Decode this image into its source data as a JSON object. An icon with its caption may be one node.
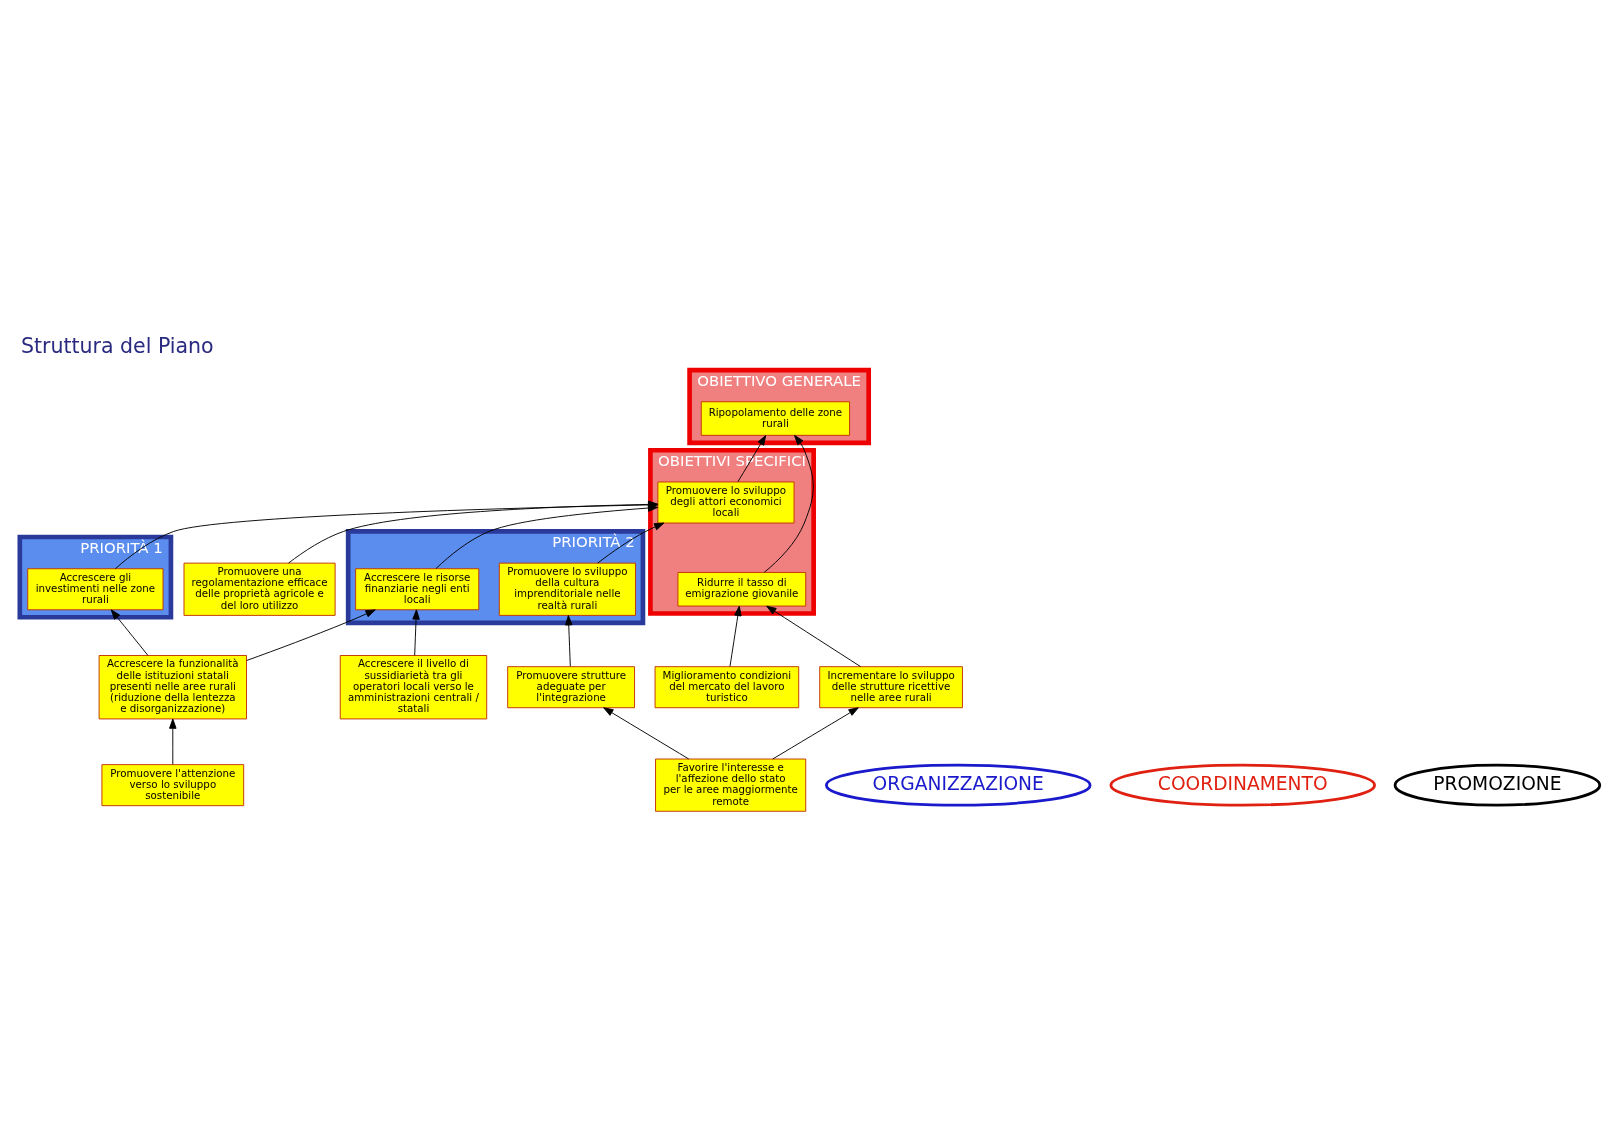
{
  "diagram": {
    "title": "Struttura del Piano",
    "nodes": [
      {
        "text": [
          "OBIETTIVO GENERALE"
        ]
      },
      {
        "text": [
          "Ripopolamento delle zone rurali"
        ],
        "in": 0
      },
      {
        "text": [
          "OBIETTIVI SPECIFICI"
        ]
      },
      {
        "text": [
          "Ridurre il tasso di emigrazione giovanile"
        ],
        "in": 2
      },
      {
        "text": [
          "Promuovere lo sviluppo degli attori economici locali"
        ],
        "in": 2
      },
      {
        "text": [
          "PRIORITÀ 1"
        ]
      },
      {
        "text": [
          "Accrescere gli investimenti nelle zone rurali"
        ],
        "in": 5
      },
      {
        "text": [
          "PRIORITÀ 2"
        ]
      },
      {
        "text": [
          "Accrescere le risorse finanziarie negli enti locali"
        ],
        "in": 7
      },
      {
        "text": [
          "Promuovere lo sviluppo della cultura imprenditoriale nelle realtà rurali"
        ],
        "in": 7
      },
      {
        "text": [
          "Accrescere la funzionalità delle istituzioni statali presenti nelle aree rurali (riduzione della lentezza e disorganizzazione)"
        ]
      },
      {
        "text": [
          "Miglioramento condizioni del mercato del lavoro turistico"
        ]
      },
      {
        "text": [
          "Incrementare lo sviluppo delle strutture ricettive nelle aree rurali"
        ]
      },
      {
        "text": [
          "Promuovere l'attenzione verso lo sviluppo sostenibile"
        ]
      },
      {
        "text": [
          "Accrescere il livello di sussidiarietà tra gli operatori locali verso le amministrazioni centrali / statali"
        ]
      },
      {
        "text": [
          "Promuovere strutture adeguate per l'integrazione"
        ]
      },
      {
        "text": [
          "Promuovere una regolamentazione efficace delle proprietà agricole e del loro utilizzo"
        ]
      },
      {
        "text": [
          "Favorire l'interesse e l'affezione dello stato per le aree maggiormente remote"
        ]
      },
      {
        "text": [
          "ORGANIZZAZIONE"
        ]
      },
      {
        "text": [
          "COORDINAMENTO"
        ]
      },
      {
        "text": [
          "PROMOZIONE"
        ]
      }
    ],
    "edges": [
      {
        "from": 3,
        "to": 1,
        "arrow": "to"
      },
      {
        "from": 4,
        "to": 1,
        "arrow": "to"
      },
      {
        "from": 6,
        "to": 4,
        "arrow": "to"
      },
      {
        "from": 8,
        "to": 4,
        "arrow": "to"
      },
      {
        "from": 9,
        "to": 4,
        "arrow": "to"
      },
      {
        "from": 16,
        "to": 4,
        "arrow": "to"
      },
      {
        "from": 11,
        "to": 3,
        "arrow": "to"
      },
      {
        "from": 12,
        "to": 3,
        "arrow": "to"
      },
      {
        "from": 10,
        "to": 6,
        "arrow": "to"
      },
      {
        "from": 10,
        "to": 8,
        "arrow": "to"
      },
      {
        "from": 13,
        "to": 10,
        "arrow": "to"
      },
      {
        "from": 14,
        "to": 8,
        "arrow": "to"
      },
      {
        "from": 15,
        "to": 9,
        "arrow": "to"
      },
      {
        "from": 17,
        "to": 12,
        "arrow": "to"
      },
      {
        "from": 17,
        "to": 15,
        "arrow": "to"
      }
    ]
  }
}
